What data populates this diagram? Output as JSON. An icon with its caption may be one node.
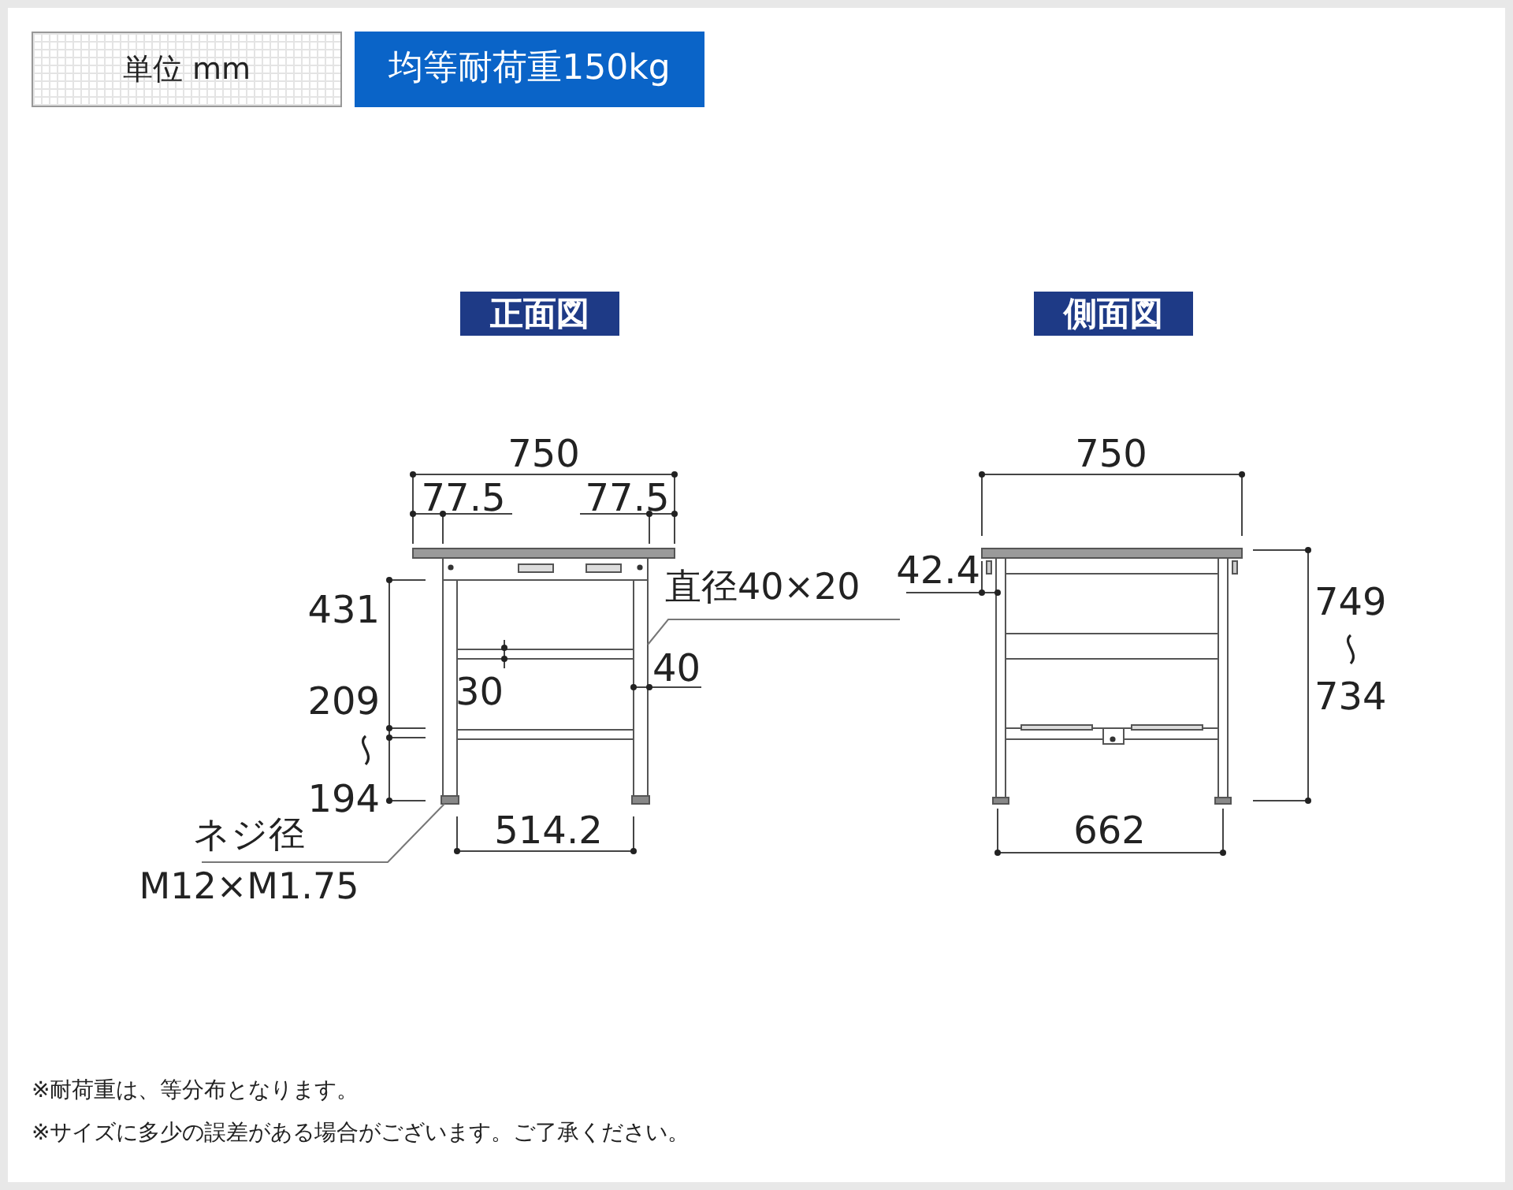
{
  "diagram": {
    "nodes": [
      {
        "text": [
          "単位 mm"
        ]
      },
      {
        "text": [
          "均等耐荷重150kg"
        ]
      },
      {
        "text": [
          "正面図"
        ]
      },
      {
        "text": [
          "側面図"
        ]
      },
      {
        "text": [
          "直径40×20"
        ]
      },
      {
        "text": [],
        "shape": "bar"
      },
      {
        "text": [
          "ネジ径 M12×M1.75"
        ]
      },
      {
        "text": [],
        "shape": "box"
      }
    ],
    "edges": [
      {
        "from": 4,
        "to": 5,
        "arrow": "none"
      },
      {
        "from": 6,
        "to": 7,
        "arrow": "none"
      }
    ],
    "labels": [
      "750",
      "77.5",
      "77.5",
      "431",
      "30",
      "40",
      "209",
      "194",
      "514.2",
      "750",
      "42.4",
      "749",
      "734",
      "662",
      "※耐荷重は、等分布となります。",
      "※サイズに多少の誤差がある場合がございます。ご了承ください。"
    ]
  }
}
